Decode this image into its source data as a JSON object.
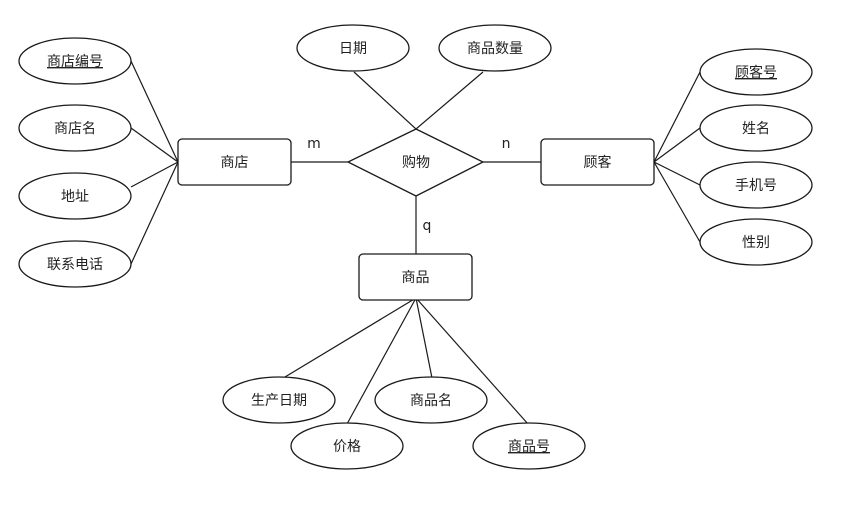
{
  "entities": {
    "store": "商店",
    "customer": "顾客",
    "product": "商品"
  },
  "relationship": {
    "label": "购物",
    "card_store": "m",
    "card_customer": "n",
    "card_product": "q"
  },
  "relationship_attributes": {
    "date": "日期",
    "quantity": "商品数量"
  },
  "store_attributes": {
    "store_no": "商店编号",
    "store_name": "商店名",
    "address": "地址",
    "phone": "联系电话"
  },
  "customer_attributes": {
    "customer_no": "顾客号",
    "name": "姓名",
    "mobile": "手机号",
    "gender": "性别"
  },
  "product_attributes": {
    "production_date": "生产日期",
    "price": "价格",
    "product_name": "商品名",
    "product_no": "商品号"
  },
  "key_attributes": [
    "商店编号",
    "顾客号",
    "商品号"
  ]
}
